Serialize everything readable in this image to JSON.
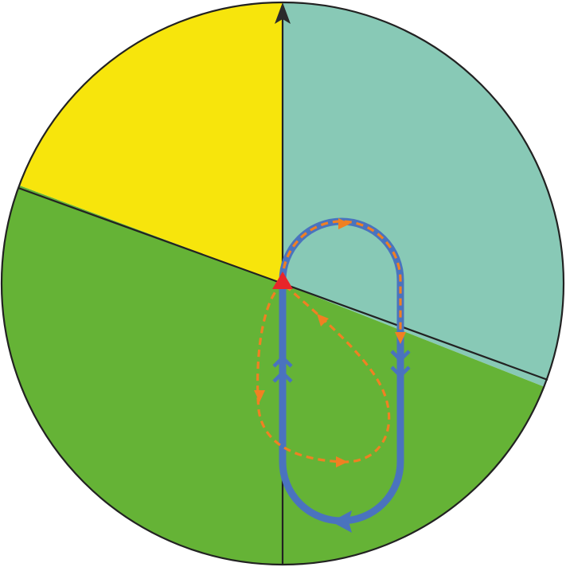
{
  "diagram": {
    "sectors": [
      {
        "id": "teal",
        "color": "#88C9B6"
      },
      {
        "id": "green-right",
        "color": "#65B336"
      },
      {
        "id": "green-left",
        "color": "#65B336"
      },
      {
        "id": "yellow",
        "color": "#F7E50C"
      }
    ],
    "outline_color": "#222222",
    "axis_arrow_color": "#2B2B2B",
    "paths": [
      {
        "id": "solid-loop",
        "style": "solid",
        "color": "#4A73BE"
      },
      {
        "id": "dashed-loop",
        "style": "dashed",
        "color": "#F08022"
      }
    ],
    "origin_marker": {
      "shape": "triangle",
      "color": "#E8252A"
    }
  }
}
